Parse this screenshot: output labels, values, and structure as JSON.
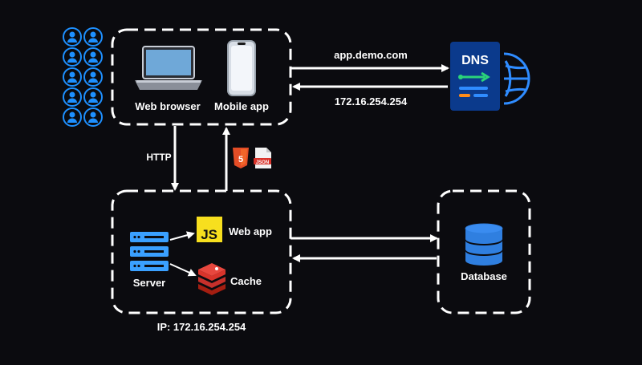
{
  "users": {
    "rows": 5,
    "cols": 2,
    "color": "#1e90ff"
  },
  "clients": {
    "web_browser_label": "Web browser",
    "mobile_app_label": "Mobile app"
  },
  "dns": {
    "label": "DNS",
    "request_label": "app.demo.com",
    "response_label": "172.16.254.254",
    "badge_color": "#0b3a8c",
    "globe_color": "#2f8cff"
  },
  "http": {
    "label": "HTTP"
  },
  "response_formats": {
    "html_icon": "html5-icon",
    "json_icon": "json-file-icon",
    "json_text": "JSON"
  },
  "server_box": {
    "server_label": "Server",
    "web_app_label": "Web app",
    "js_text": "JS",
    "cache_label": "Cache",
    "ip_label": "IP: 172.16.254.254"
  },
  "database": {
    "label": "Database",
    "color": "#2f7fe0"
  },
  "colors": {
    "accent_blue": "#3aa0ff",
    "js_yellow": "#f7df1e",
    "redis_red": "#d9342b",
    "html_orange": "#e44d26"
  }
}
